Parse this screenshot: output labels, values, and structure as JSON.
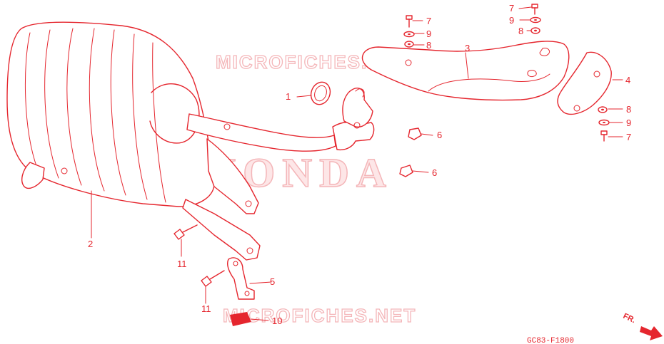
{
  "watermarks": {
    "top": "MICROFICHES.NET",
    "bottom": "MICROFICHES.NET",
    "center": "HONDA"
  },
  "callouts": [
    {
      "id": "1",
      "text": "1"
    },
    {
      "id": "2",
      "text": "2"
    },
    {
      "id": "3",
      "text": "3"
    },
    {
      "id": "4",
      "text": "4"
    },
    {
      "id": "5",
      "text": "5"
    },
    {
      "id": "6a",
      "text": "6"
    },
    {
      "id": "6b",
      "text": "6"
    },
    {
      "id": "7a",
      "text": "7"
    },
    {
      "id": "7b",
      "text": "7"
    },
    {
      "id": "7c",
      "text": "7"
    },
    {
      "id": "8a",
      "text": "8"
    },
    {
      "id": "8b",
      "text": "8"
    },
    {
      "id": "8c",
      "text": "8"
    },
    {
      "id": "9a",
      "text": "9"
    },
    {
      "id": "9b",
      "text": "9"
    },
    {
      "id": "9c",
      "text": "9"
    },
    {
      "id": "10",
      "text": "10"
    },
    {
      "id": "11a",
      "text": "11"
    },
    {
      "id": "11b",
      "text": "11"
    }
  ],
  "diagram_code": "GC83-F1800",
  "front_indicator": "FR.",
  "colors": {
    "line": "#e5262e",
    "watermark": "#f4b6b9"
  }
}
